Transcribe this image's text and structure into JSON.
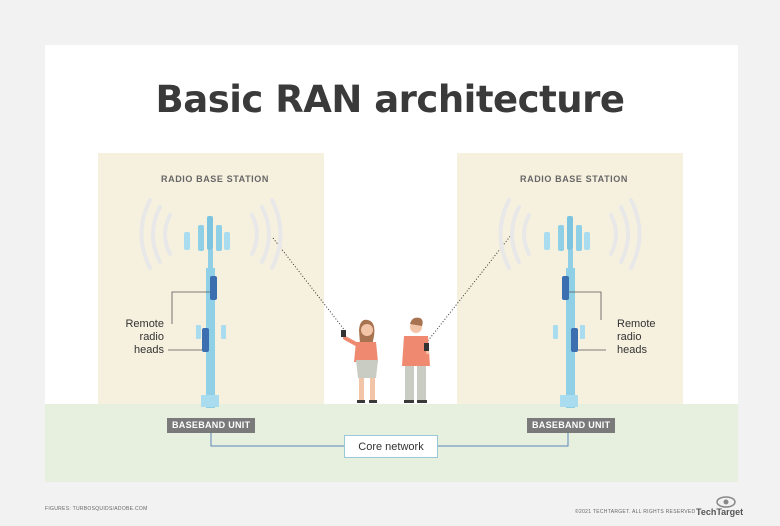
{
  "title": "Basic RAN architecture",
  "left_station": {
    "label": "RADIO BASE STATION",
    "rrh_label_lines": [
      "Remote",
      "radio",
      "heads"
    ],
    "bbu_label": "BASEBAND UNIT"
  },
  "right_station": {
    "label": "RADIO BASE STATION",
    "rrh_label_lines": [
      "Remote",
      "radio",
      "heads"
    ],
    "bbu_label": "BASEBAND UNIT"
  },
  "core_network": "Core network",
  "footer": {
    "credit": "FIGURES: TURBOSQUIDS/ADOBE.COM",
    "copyright": "©2021 TECHTARGET. ALL RIGHTS RESERVED",
    "brand": "TechTarget"
  },
  "colors": {
    "tower": "#8fd0e6",
    "rrh": "#3b6fb0",
    "station_bg": "#f6f0df",
    "ground": "#e7f0de",
    "person": "#ef8a70"
  }
}
